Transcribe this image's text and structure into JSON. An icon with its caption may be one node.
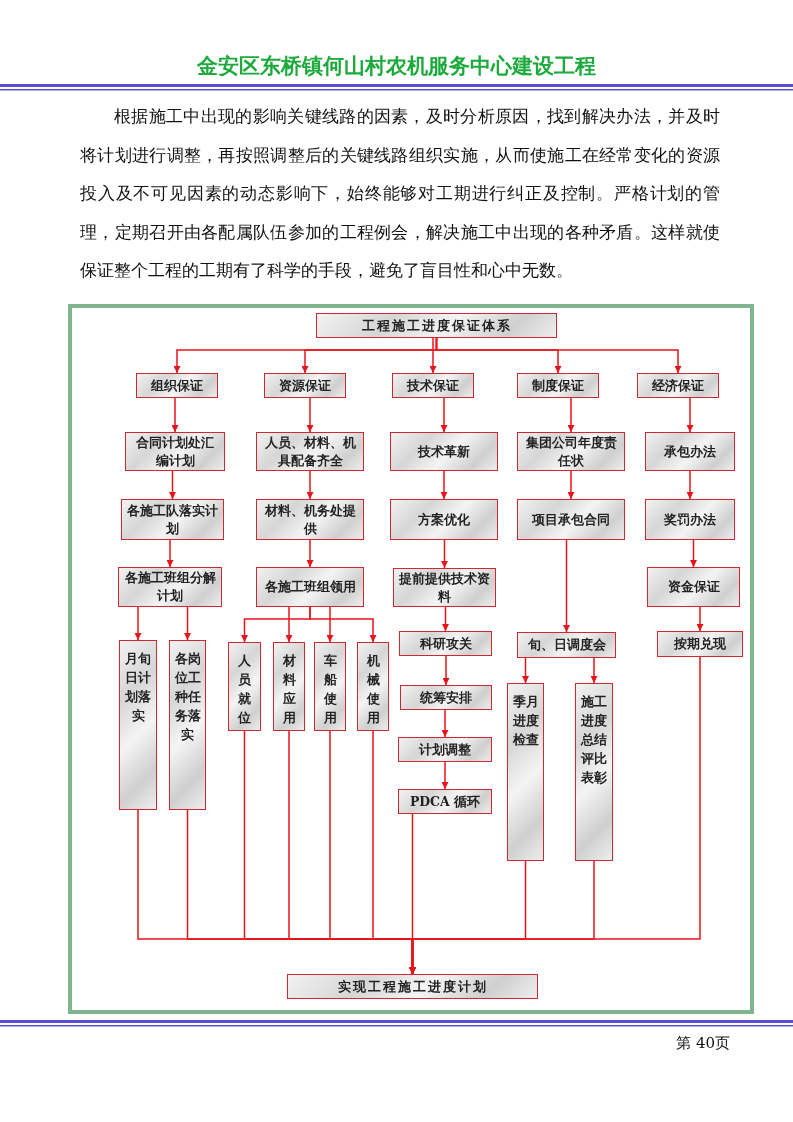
{
  "diagram": {
    "title": "金安区东桥镇何山村农机服务中心建设工程",
    "nodes": [
      {
        "text": [
          "工程施工进度保证体系"
        ]
      },
      {
        "text": [
          "组织保证"
        ]
      },
      {
        "text": [
          "资源保证"
        ]
      },
      {
        "text": [
          "技术保证"
        ]
      },
      {
        "text": [
          "制度保证"
        ]
      },
      {
        "text": [
          "经济保证"
        ]
      },
      {
        "text": [
          "合同计划处汇编计划"
        ]
      },
      {
        "text": [
          "人员、材料、机具配备齐全"
        ]
      },
      {
        "text": [
          "技术革新"
        ]
      },
      {
        "text": [
          "集团公司年度责任状"
        ]
      },
      {
        "text": [
          "承包办法"
        ]
      },
      {
        "text": [
          "各施工队落实计划"
        ]
      },
      {
        "text": [
          "材料、机务处提供"
        ]
      },
      {
        "text": [
          "方案优化"
        ]
      },
      {
        "text": [
          "项目承包合同"
        ]
      },
      {
        "text": [
          "奖罚办法"
        ]
      },
      {
        "text": [
          "各施工班组分解计划"
        ]
      },
      {
        "text": [
          "各施工班组领用"
        ]
      },
      {
        "text": [
          "提前提供技术资料"
        ]
      },
      {
        "text": [
          "资金保证"
        ]
      },
      {
        "text": [
          "月旬日计划落实"
        ]
      },
      {
        "text": [
          "各岗位工种任务落实"
        ]
      },
      {
        "text": [
          "人员就位"
        ]
      },
      {
        "text": [
          "材料应用"
        ]
      },
      {
        "text": [
          "车船使用"
        ]
      },
      {
        "text": [
          "机械使用"
        ]
      },
      {
        "text": [
          "科研攻关"
        ]
      },
      {
        "text": [
          "旬、日调度会"
        ]
      },
      {
        "text": [
          "按期兑现"
        ]
      },
      {
        "text": [
          "统筹安排"
        ]
      },
      {
        "text": [
          "季月进度检查"
        ]
      },
      {
        "text": [
          "施工进度总结评比表彰"
        ]
      },
      {
        "text": [
          "计划调整"
        ]
      },
      {
        "text": [
          "PDCA 循环"
        ]
      },
      {
        "text": [
          "实现工程施工进度计划"
        ]
      }
    ],
    "edges": [
      {
        "from": 0,
        "to": 1,
        "arrow": "to"
      },
      {
        "from": 0,
        "to": 2,
        "arrow": "to"
      },
      {
        "from": 0,
        "to": 3,
        "arrow": "to"
      },
      {
        "from": 0,
        "to": 4,
        "arrow": "to"
      },
      {
        "from": 0,
        "to": 5,
        "arrow": "to"
      },
      {
        "from": 1,
        "to": 6,
        "arrow": "to"
      },
      {
        "from": 6,
        "to": 11,
        "arrow": "to"
      },
      {
        "from": 11,
        "to": 16,
        "arrow": "to"
      },
      {
        "from": 16,
        "to": 20,
        "arrow": "to"
      },
      {
        "from": 16,
        "to": 21,
        "arrow": "to"
      },
      {
        "from": 2,
        "to": 7,
        "arrow": "to"
      },
      {
        "from": 7,
        "to": 12,
        "arrow": "to"
      },
      {
        "from": 12,
        "to": 17,
        "arrow": "to"
      },
      {
        "from": 17,
        "to": 22,
        "arrow": "to"
      },
      {
        "from": 17,
        "to": 23,
        "arrow": "to"
      },
      {
        "from": 17,
        "to": 24,
        "arrow": "to"
      },
      {
        "from": 17,
        "to": 25,
        "arrow": "to"
      },
      {
        "from": 3,
        "to": 8,
        "arrow": "to"
      },
      {
        "from": 8,
        "to": 13,
        "arrow": "to"
      },
      {
        "from": 13,
        "to": 18,
        "arrow": "to"
      },
      {
        "from": 18,
        "to": 26,
        "arrow": "to"
      },
      {
        "from": 26,
        "to": 29,
        "arrow": "to"
      },
      {
        "from": 29,
        "to": 32,
        "arrow": "to"
      },
      {
        "from": 32,
        "to": 33,
        "arrow": "to"
      },
      {
        "from": 4,
        "to": 9,
        "arrow": "to"
      },
      {
        "from": 9,
        "to": 14,
        "arrow": "to"
      },
      {
        "from": 14,
        "to": 27,
        "arrow": "to"
      },
      {
        "from": 27,
        "to": 30,
        "arrow": "to"
      },
      {
        "from": 27,
        "to": 31,
        "arrow": "to"
      },
      {
        "from": 5,
        "to": 10,
        "arrow": "to"
      },
      {
        "from": 10,
        "to": 15,
        "arrow": "to"
      },
      {
        "from": 15,
        "to": 19,
        "arrow": "to"
      },
      {
        "from": 19,
        "to": 28,
        "arrow": "to"
      },
      {
        "from": 20,
        "to": 34,
        "arrow": "to"
      },
      {
        "from": 21,
        "to": 34,
        "arrow": "to"
      },
      {
        "from": 22,
        "to": 34,
        "arrow": "to"
      },
      {
        "from": 23,
        "to": 34,
        "arrow": "to"
      },
      {
        "from": 24,
        "to": 34,
        "arrow": "to"
      },
      {
        "from": 25,
        "to": 34,
        "arrow": "to"
      },
      {
        "from": 33,
        "to": 34,
        "arrow": "to"
      },
      {
        "from": 30,
        "to": 34,
        "arrow": "to"
      },
      {
        "from": 31,
        "to": 34,
        "arrow": "to"
      },
      {
        "from": 28,
        "to": 34,
        "arrow": "to"
      }
    ],
    "labels": [
      "根据施工中出现的影响关键线路的因素，及时分析原因，找到解决办法，并及时将计划进行调整，再按照调整后的关键线路组织实施，从而使施工在经常变化的资源投入及不可见因素的动态影响下，始终能够对工期进行纠正及控制。严格计划的管理，定期召开由各配属队伍参加的工程例会，解决施工中出现的各种矛盾。这样就使保证整个工程的工期有了科学的手段，避免了盲目性和心中无数。",
      "第 40页"
    ]
  }
}
